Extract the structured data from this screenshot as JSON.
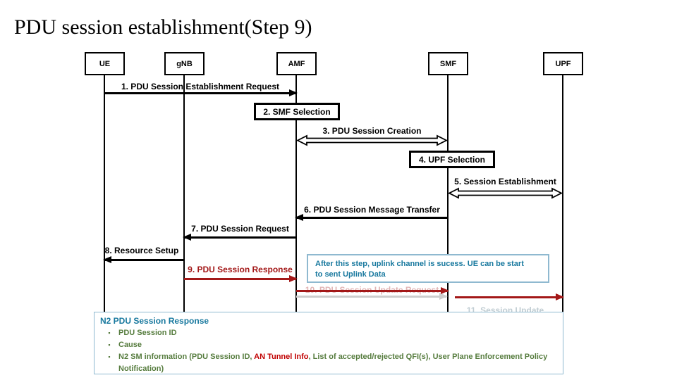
{
  "title": "PDU session establishment(Step 9)",
  "actors": [
    {
      "label": "UE"
    },
    {
      "label": "gNB"
    },
    {
      "label": "AMF"
    },
    {
      "label": "SMF"
    },
    {
      "label": "UPF"
    }
  ],
  "messages": {
    "m1": "1. PDU Session Establishment Request",
    "m2": "2. SMF Selection",
    "m3": "3. PDU Session Creation",
    "m4": "4. UPF Selection",
    "m5": "5. Session Establishment",
    "m6": "6. PDU Session Message Transfer",
    "m7": "7. PDU Session Request",
    "m8": "8. Resource Setup",
    "m9": "9. PDU Session Response",
    "m10": "10. PDU Session Update Request",
    "m11": "11. Session Update"
  },
  "note": {
    "line1": "After this step, uplink channel is sucess. UE can be start",
    "line2": "to sent Uplink Data"
  },
  "response_note": {
    "heading": "N2 PDU Session Response",
    "bullet_marker": "▪",
    "bullet1": "PDU Session ID",
    "bullet2": "Cause",
    "bullet3_part1": "N2 SM information (PDU Session ID, ",
    "bullet3_part2": "AN Tunnel Info",
    "bullet3_part3": ", List of accepted/rejected QFI(s), User Plane Enforcement Policy Notification)"
  },
  "colors": {
    "dark_red": "#a31818",
    "bright_red": "#c00000",
    "note_blue_text": "#17789e",
    "note_blue_border": "#8fb9d0",
    "green": "#567c3e",
    "faded_gray": "#cdcdcd",
    "black": "#000000"
  }
}
